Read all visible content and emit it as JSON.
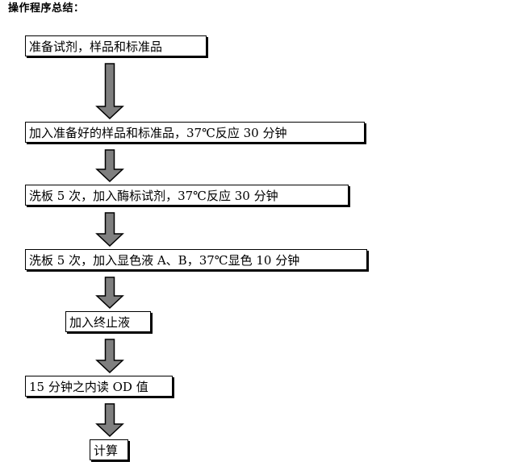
{
  "title": "操作程序总结：",
  "steps": [
    "准备试剂，样品和标准品",
    "加入准备好的样品和标准品，37℃反应 30 分钟",
    "洗板 5 次，加入酶标试剂，37℃反应 30 分钟",
    "洗板 5 次，加入显色液 A、B，37℃显色 10 分钟",
    "加入终止液",
    "15 分钟之内读 OD 值",
    "计算"
  ],
  "colors": {
    "arrow_fill": "#7f7f7f",
    "arrow_stroke": "#000000",
    "box_border": "#000000"
  }
}
